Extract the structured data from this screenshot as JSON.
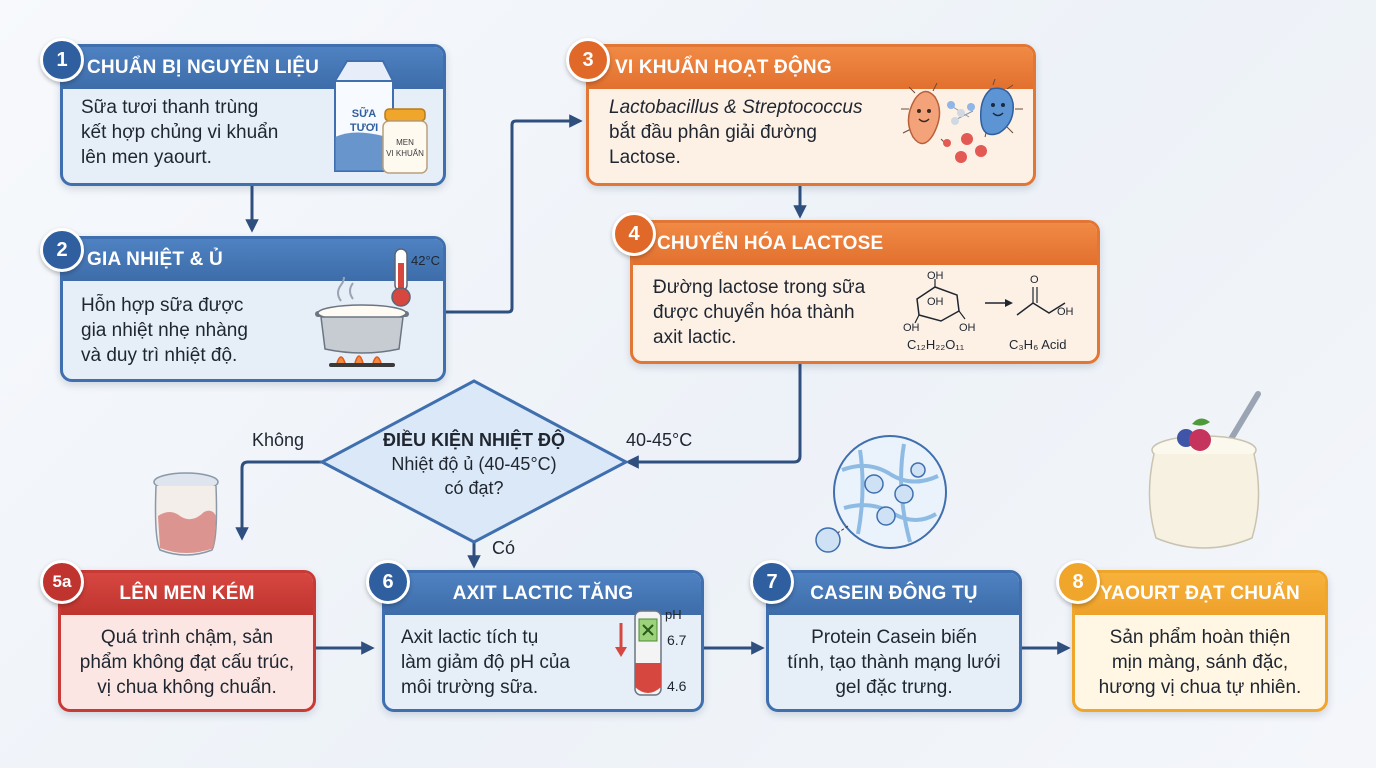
{
  "steps": {
    "s1": {
      "num": "1",
      "title": "CHUẨN BỊ NGUYÊN LIỆU",
      "lines": [
        "Sữa tươi thanh trùng",
        "kết hợp chủng vi khuẩn",
        "lên men yaourt."
      ],
      "milk_label": [
        "SỮA",
        "TƯƠI"
      ],
      "jar_label": [
        "MEN",
        "VI KHUẨN"
      ]
    },
    "s2": {
      "num": "2",
      "title": "GIA NHIỆT & Ủ",
      "lines": [
        "Hỗn hợp sữa được",
        "gia nhiệt nhẹ nhàng",
        "và duy trì nhiệt độ."
      ],
      "thermo_label": "42°C"
    },
    "s3": {
      "num": "3",
      "title": "VI KHUẨN HOẠT ĐỘNG",
      "line1": "Lactobacillus & Streptococcus",
      "line2": "bắt đầu phân giải đường",
      "line3": "Lactose."
    },
    "s4": {
      "num": "4",
      "title": "CHUYỂN HÓA LACTOSE",
      "lines": [
        "Đường lactose trong sữa",
        "được chuyển hóa thành",
        "axit lactic."
      ],
      "oh": "OH",
      "o": "O",
      "formula_left": "C₁₂H₂₂O₁₁",
      "formula_right": "C₃H₆ Acid"
    },
    "s5a": {
      "num": "5a",
      "title": "LÊN MEN KÉM",
      "lines": [
        "Quá trình chậm, sản",
        "phẩm không đạt cấu trúc,",
        "vị chua không chuẩn."
      ]
    },
    "s6": {
      "num": "6",
      "title": "AXIT LACTIC TĂNG",
      "lines": [
        "Axit lactic tích tụ",
        "làm giảm độ pH của",
        "môi trường sữa."
      ],
      "ph_label": "pH",
      "ph_high": "6.7",
      "ph_low": "4.6"
    },
    "s7": {
      "num": "7",
      "title": "CASEIN ĐÔNG TỤ",
      "lines": [
        "Protein Casein biến",
        "tính, tạo thành mạng lưới",
        "gel đặc trưng."
      ]
    },
    "s8": {
      "num": "8",
      "title": "YAOURT ĐẠT CHUẨN",
      "lines": [
        "Sản phẩm hoàn thiện",
        "mịn màng, sánh đặc,",
        "hương vị chua tự nhiên."
      ]
    }
  },
  "decision": {
    "title": "ĐIỀU KIỆN NHIỆT ĐỘ",
    "line1": "Nhiệt độ ủ (40-45°C)",
    "line2": "có đạt?"
  },
  "edges": {
    "no": "Không",
    "yes": "Có",
    "range": "40-45°C"
  },
  "colors": {
    "blue": "#3f6fae",
    "orange": "#e27735",
    "red": "#c83a35",
    "yellow": "#f0a52b",
    "arrow": "#2f4f7f"
  }
}
